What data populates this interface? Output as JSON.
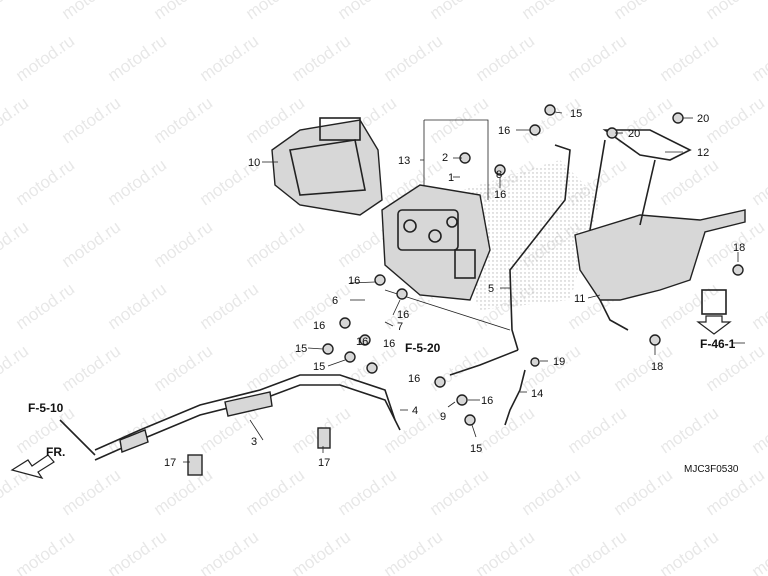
{
  "watermark": "motod.ru",
  "diagram_code": "MJC3F0530",
  "direction_label": "FR.",
  "references": {
    "f510": "F-5-10",
    "f520": "F-5-20",
    "f461": "F-46-1"
  },
  "callouts": [
    "1",
    "2",
    "3",
    "4",
    "5",
    "6",
    "7",
    "8",
    "9",
    "10",
    "11",
    "12",
    "13",
    "14",
    "15",
    "16",
    "17",
    "18",
    "19",
    "20"
  ]
}
